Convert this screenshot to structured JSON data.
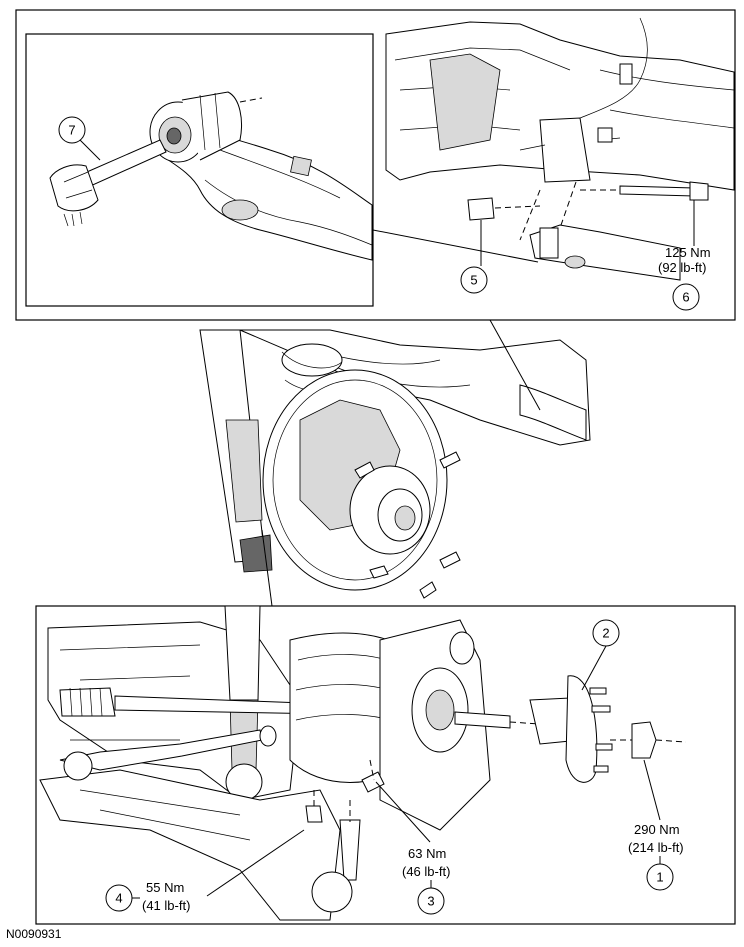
{
  "figure_id": "N0090931",
  "callouts": [
    {
      "number": "1",
      "torque": "290 Nm",
      "torque_imperial": "(214 lb-ft)"
    },
    {
      "number": "2"
    },
    {
      "number": "3",
      "torque": "63 Nm",
      "torque_imperial": "(46 lb-ft)"
    },
    {
      "number": "4",
      "torque": "55 Nm",
      "torque_imperial": "(41 lb-ft)"
    },
    {
      "number": "5"
    },
    {
      "number": "6",
      "torque": "125 Nm",
      "torque_imperial": "(92 lb-ft)"
    },
    {
      "number": "7"
    }
  ]
}
